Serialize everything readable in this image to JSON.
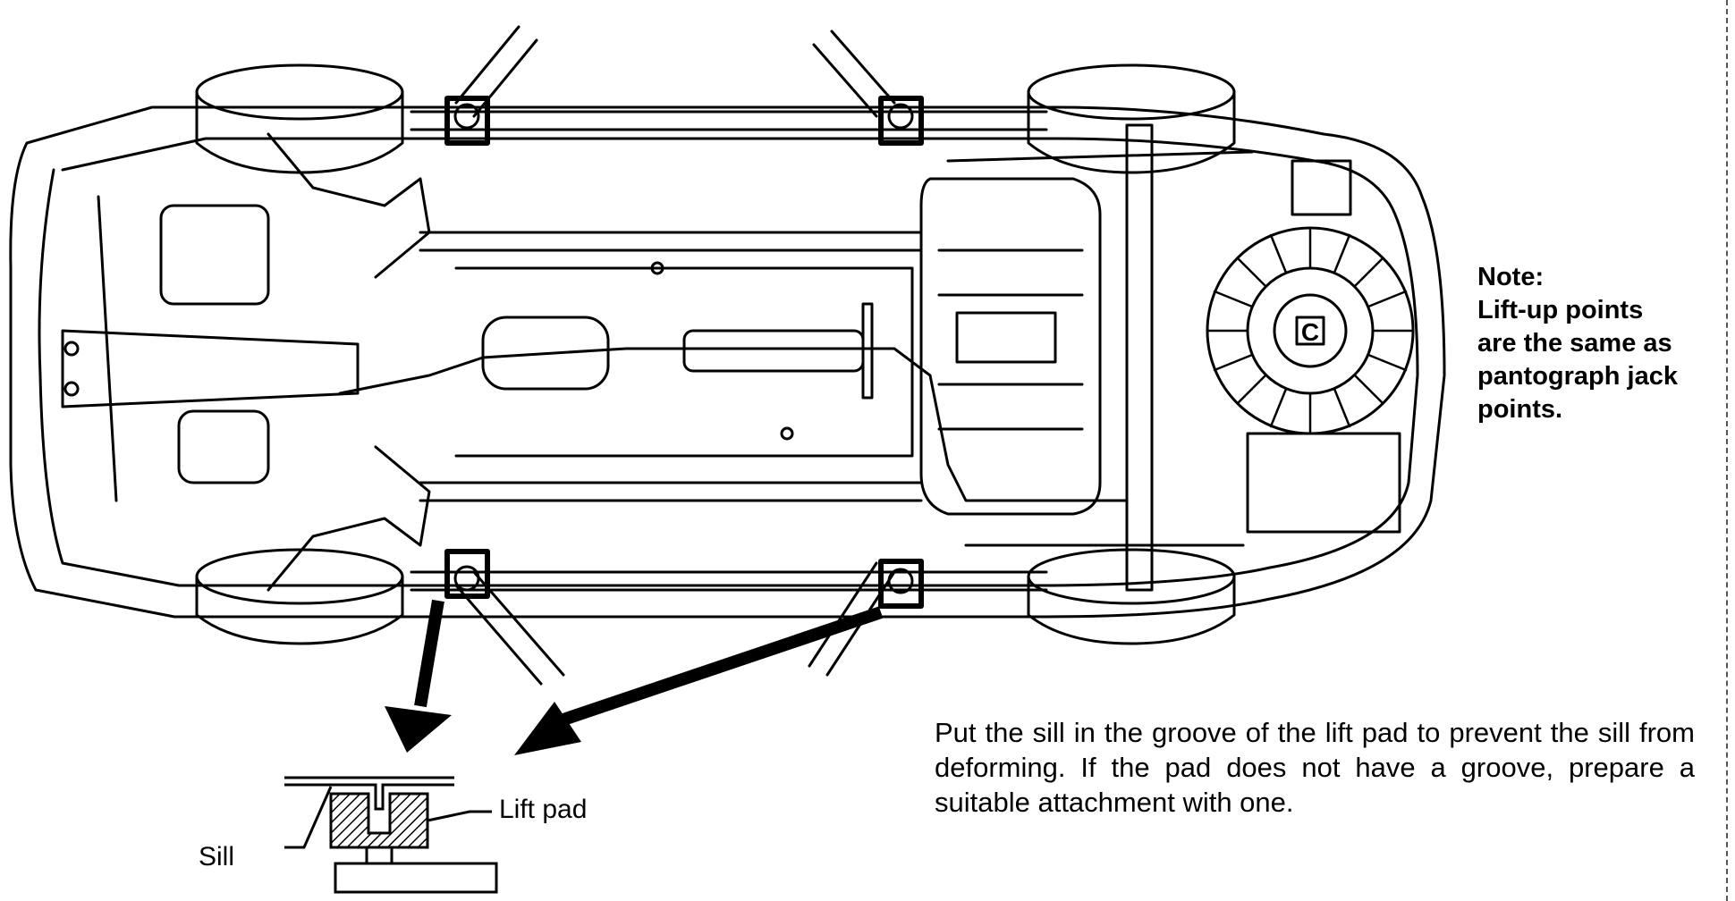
{
  "note": {
    "heading": "Note:",
    "lines": [
      "Lift-up points",
      "are the same as",
      "pantograph jack",
      "points."
    ]
  },
  "instruction": {
    "text": "Put the sill in the groove of the lift pad to prevent the sill from deforming. If the pad does not have a groove, prepare a suitable attachment with one."
  },
  "detail_labels": {
    "lift_pad": "Lift pad",
    "sill": "Sill"
  },
  "spare_tire_mark": "C",
  "colors": {
    "ink": "#000000",
    "paper": "#ffffff"
  }
}
